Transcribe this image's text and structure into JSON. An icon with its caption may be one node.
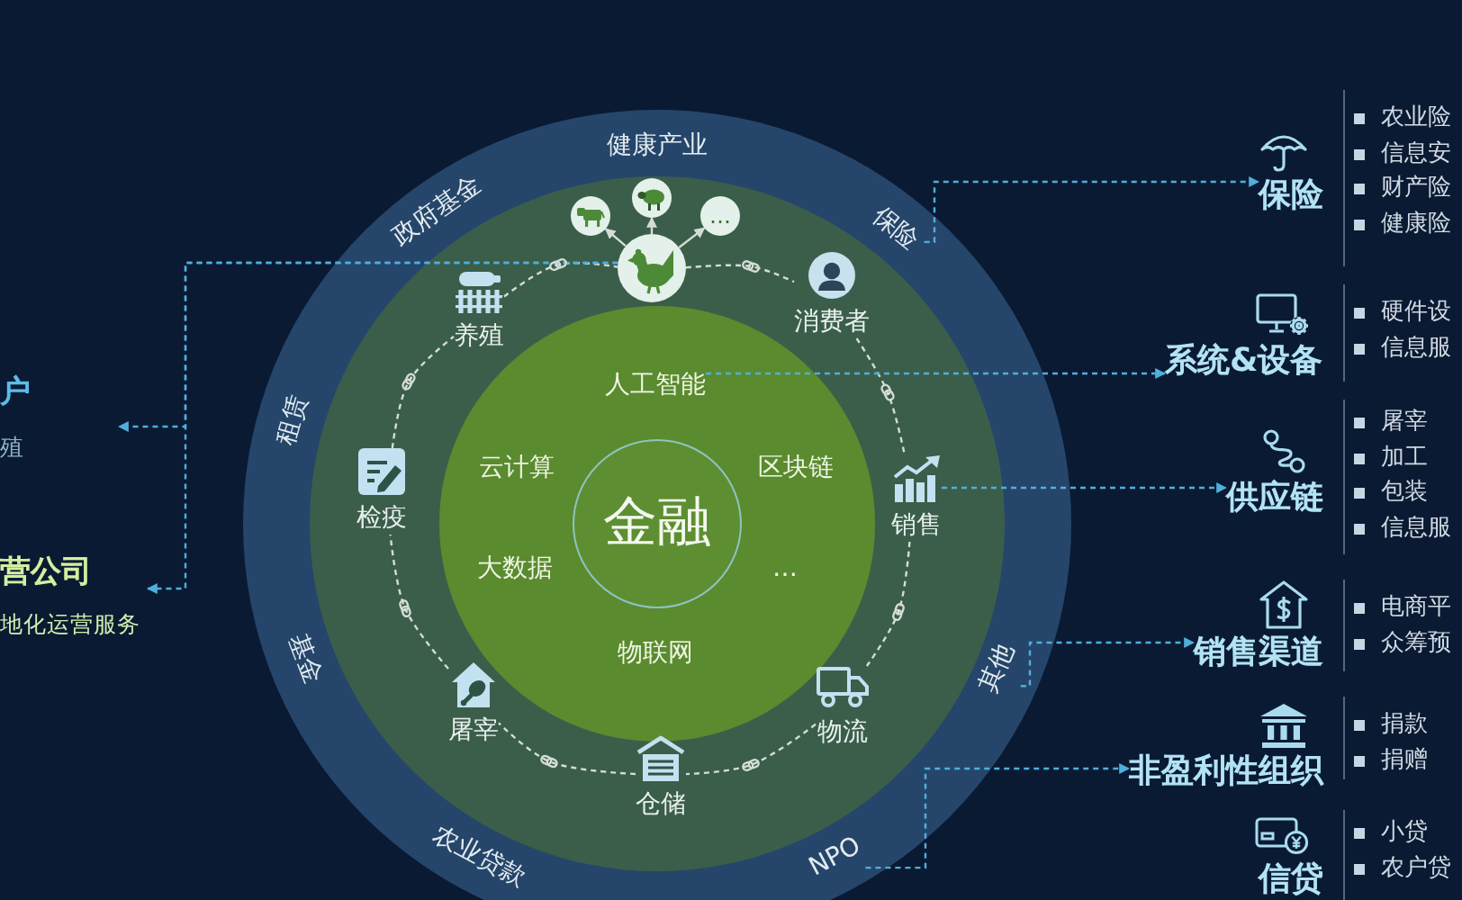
{
  "diagram": {
    "nodes": [
      {
        "text": [],
        "shape": "circle"
      },
      {
        "text": [
          "健康产业"
        ],
        "in": 0
      },
      {
        "text": [
          "政府基金"
        ],
        "in": 0
      },
      {
        "text": [
          "保险"
        ],
        "in": 0
      },
      {
        "text": [
          "租赁"
        ],
        "in": 0
      },
      {
        "text": [
          "基金"
        ],
        "in": 0
      },
      {
        "text": [
          "其他"
        ],
        "in": 0
      },
      {
        "text": [
          "农业贷款"
        ],
        "in": 0
      },
      {
        "text": [
          "NPO"
        ],
        "in": 0
      },
      {
        "text": [],
        "shape": "circle",
        "in": 0
      },
      {
        "text": [],
        "shape": "picture",
        "in": 9
      },
      {
        "text": [],
        "shape": "picture",
        "in": 9
      },
      {
        "text": [
          "…"
        ],
        "in": 9
      },
      {
        "text": [],
        "shape": "picture",
        "in": 9
      },
      {
        "text": [
          "养殖"
        ],
        "in": 9
      },
      {
        "text": [
          "消费者"
        ],
        "in": 9
      },
      {
        "text": [
          "检疫"
        ],
        "in": 9
      },
      {
        "text": [
          "销售"
        ],
        "in": 9
      },
      {
        "text": [
          "屠宰"
        ],
        "in": 9
      },
      {
        "text": [
          "仓储"
        ],
        "in": 9
      },
      {
        "text": [
          "物流"
        ],
        "in": 9
      },
      {
        "text": [],
        "shape": "circle",
        "in": 9
      },
      {
        "text": [
          "人工智能"
        ],
        "in": 21
      },
      {
        "text": [
          "云计算"
        ],
        "in": 21
      },
      {
        "text": [
          "区块链"
        ],
        "in": 21
      },
      {
        "text": [
          "大数据"
        ],
        "in": 21
      },
      {
        "text": [
          "…"
        ],
        "in": 21
      },
      {
        "text": [
          "物联网"
        ],
        "in": 21
      },
      {
        "text": [
          "金融"
        ],
        "in": 21
      },
      {
        "text": [
          "户",
          "殖"
        ]
      },
      {
        "text": [
          "营公司",
          "地化运营服务"
        ]
      },
      {
        "text": [
          "保险"
        ],
        "beside": [
          "农业险",
          "信息安",
          "财产险",
          "健康险"
        ]
      },
      {
        "text": [
          "系统&设备"
        ],
        "beside": [
          "硬件设",
          "信息服"
        ]
      },
      {
        "text": [
          "供应链"
        ],
        "beside": [
          "屠宰",
          "加工",
          "包装",
          "信息服"
        ]
      },
      {
        "text": [
          "销售渠道"
        ],
        "beside": [
          "电商平",
          "众筹预"
        ]
      },
      {
        "text": [
          "非盈利性组织"
        ],
        "beside": [
          "捐款",
          "捐赠"
        ]
      },
      {
        "text": [
          "信贷"
        ],
        "beside": [
          "小贷",
          "农户贷"
        ]
      }
    ],
    "edges": [
      {
        "from": 13,
        "to": 10,
        "arrow": "to"
      },
      {
        "from": 13,
        "to": 11,
        "arrow": "to"
      },
      {
        "from": 13,
        "to": 12,
        "arrow": "to"
      },
      {
        "from": 14,
        "to": 13,
        "arrow": "none",
        "style": "dashed"
      },
      {
        "from": 13,
        "to": 15,
        "arrow": "none",
        "style": "dashed"
      },
      {
        "from": 15,
        "to": 17,
        "arrow": "none",
        "style": "dashed"
      },
      {
        "from": 17,
        "to": 20,
        "arrow": "none",
        "style": "dashed"
      },
      {
        "from": 20,
        "to": 19,
        "arrow": "none",
        "style": "dashed"
      },
      {
        "from": 19,
        "to": 18,
        "arrow": "none",
        "style": "dashed"
      },
      {
        "from": 18,
        "to": 16,
        "arrow": "none",
        "style": "dashed"
      },
      {
        "from": 16,
        "to": 14,
        "arrow": "none",
        "style": "dashed"
      },
      {
        "from": 13,
        "to": 29,
        "arrow": "to",
        "style": "dashed",
        "color": "#4fb0dc"
      },
      {
        "from": 13,
        "to": 30,
        "arrow": "to",
        "style": "dashed",
        "color": "#4fb0dc"
      },
      {
        "from": 3,
        "to": 31,
        "arrow": "to",
        "style": "dashed",
        "color": "#4fb0dc"
      },
      {
        "from": 22,
        "to": 32,
        "arrow": "to",
        "style": "dashed",
        "color": "#4fb0dc"
      },
      {
        "from": 17,
        "to": 33,
        "arrow": "to",
        "style": "dashed",
        "color": "#4fb0dc"
      },
      {
        "from": 6,
        "to": 34,
        "arrow": "to",
        "style": "dashed",
        "color": "#4fb0dc"
      },
      {
        "from": 8,
        "to": 35,
        "arrow": "to",
        "style": "dashed",
        "color": "#4fb0dc"
      }
    ]
  }
}
